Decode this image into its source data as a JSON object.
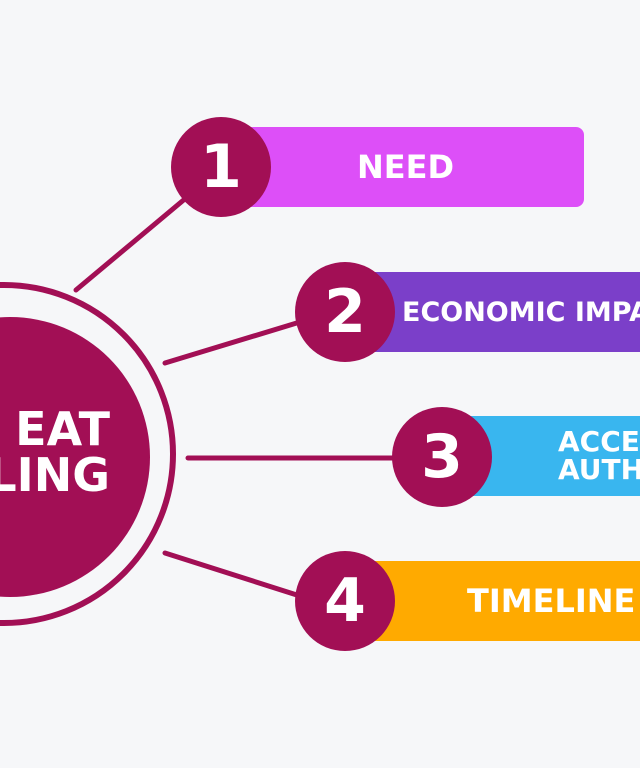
{
  "hub": {
    "line1": "EAT",
    "line2": "LING"
  },
  "colors": {
    "hub": "#a20f55",
    "background": "#f6f7f9",
    "item1": "#dd4ff8",
    "item2": "#7b3fc9",
    "item3": "#39b6ef",
    "item4": "#ffaa00"
  },
  "items": [
    {
      "number": "1",
      "label": "NEED"
    },
    {
      "number": "2",
      "label": "ECONOMIC IMPA"
    },
    {
      "number": "3",
      "label_line1": "ACCE",
      "label_line2": "AUTH"
    },
    {
      "number": "4",
      "label": "TIMELINE"
    }
  ]
}
